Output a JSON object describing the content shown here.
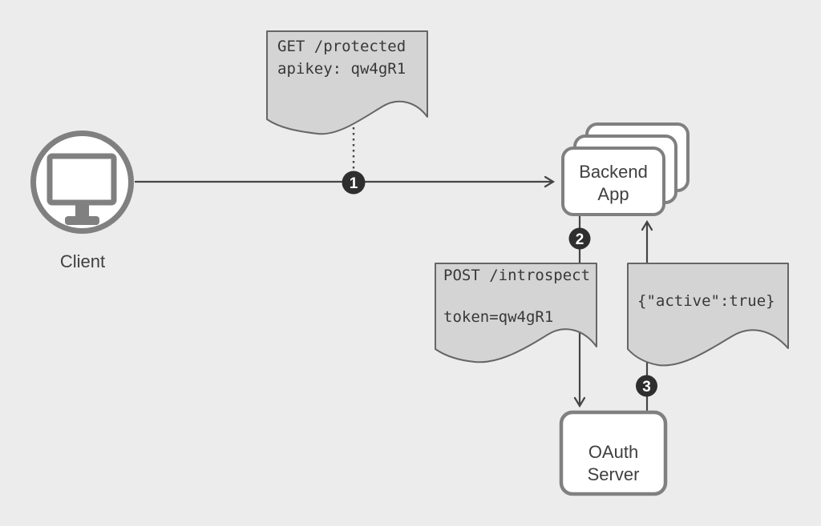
{
  "diagram_title": "oauth-token-introspection-flow",
  "colors": {
    "background": "#ececec",
    "note-fill": "#d4d4d4",
    "note-stroke": "#666666",
    "shape-fill": "#ffffff",
    "shape-stroke": "#808080",
    "line": "#454545",
    "badge-fill": "#2e2e2e",
    "badge-text": "#ffffff",
    "label-text": "#3f3f3f",
    "code-text": "#383838"
  },
  "nodes": {
    "client": {
      "label": "Client",
      "icon": "computer-monitor-icon"
    },
    "backend_app": {
      "line1": "Backend",
      "line2": "App"
    },
    "oauth_server": {
      "line1": "OAuth",
      "line2": "Server"
    }
  },
  "notes": {
    "request": {
      "line1": "GET /protected",
      "line2": "apikey: qw4gR1"
    },
    "introspection_request": {
      "line1": "POST /introspect",
      "line2": "token=qw4gR1"
    },
    "introspection_response": {
      "line1": "{\"active\":true}"
    }
  },
  "steps": {
    "one": "1",
    "two": "2",
    "three": "3"
  }
}
